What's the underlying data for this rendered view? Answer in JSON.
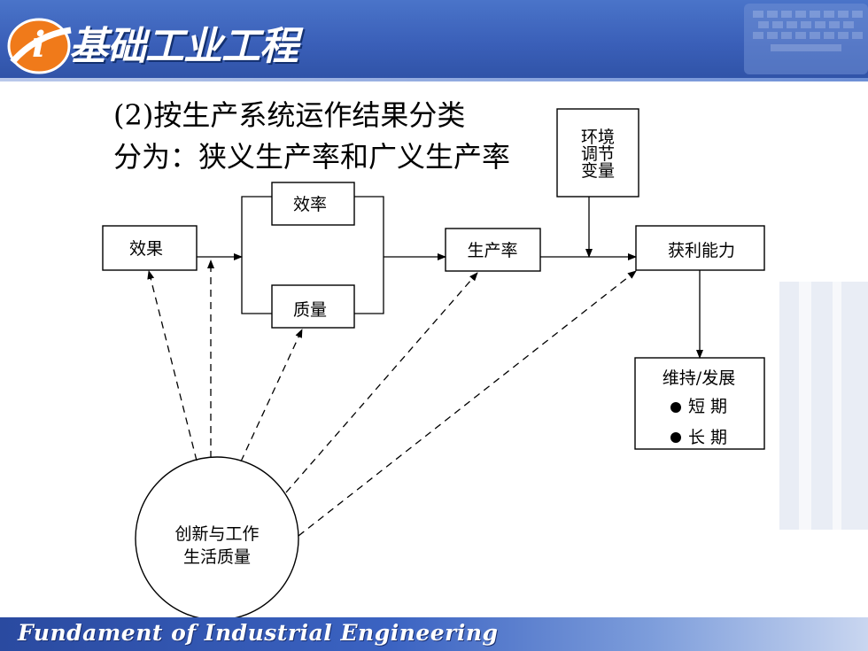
{
  "header": {
    "logo_letter": "i",
    "brand_text": "基础工业工程"
  },
  "slide": {
    "title_line1": "(2)按生产系统运作结果分类",
    "title_line2": "分为：狭义生产率和广义生产率"
  },
  "diagram": {
    "env_box": [
      "环境",
      "调节",
      "变量"
    ],
    "effect": "效果",
    "efficiency": "效率",
    "quality": "质量",
    "productivity": "生产率",
    "profitability": "获利能力",
    "sustain": {
      "title": "维持/发展",
      "item1": "短  期",
      "item2": "长  期"
    },
    "innovation": [
      "创新与工作",
      "生活质量"
    ]
  },
  "footer": {
    "text": "Fundament of Industrial Engineering"
  },
  "colors": {
    "header_blue": "#3a5fb8",
    "logo_orange": "#f07a1a",
    "logo_white": "#ffffff"
  }
}
